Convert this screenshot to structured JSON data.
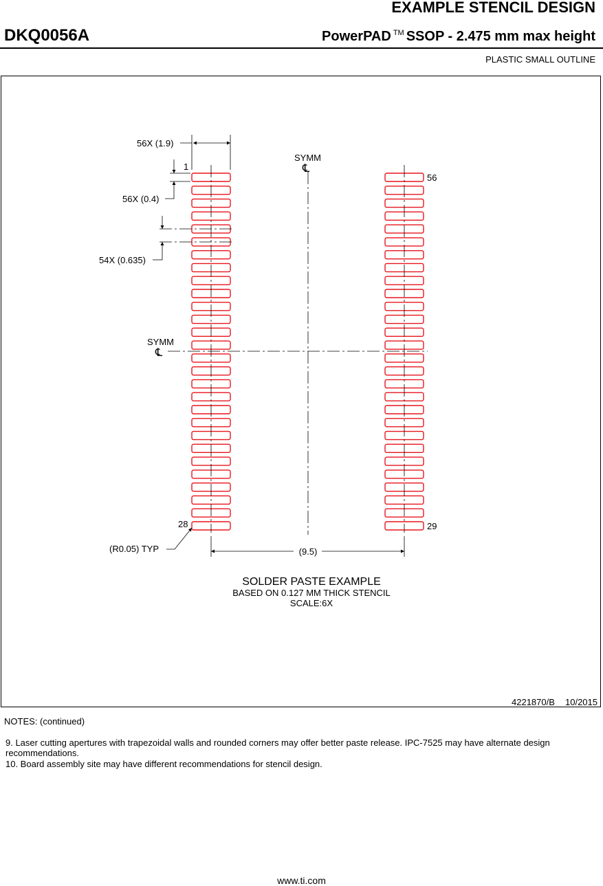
{
  "header": {
    "title": "EXAMPLE STENCIL DESIGN",
    "part_number": "DKQ0056A",
    "package_prefix": "PowerPAD",
    "trademark": "TM",
    "package_suffix": "SSOP - 2.475 mm max height",
    "outline_type": "PLASTIC SMALL OUTLINE"
  },
  "drawing": {
    "labels": {
      "pad_length": "56X (1.9)",
      "pad_width": "56X (0.4)",
      "pitch": "54X (0.635)",
      "symm_top": "SYMM",
      "symm_left": "SYMM",
      "centerline_symbol": "℄",
      "corner_radius": "(R0.05) TYP",
      "row_span": "(9.5)"
    },
    "pin_labels": {
      "pin_1": "1",
      "pin_28": "28",
      "pin_29": "29",
      "pin_56": "56"
    },
    "pads_per_side": 28,
    "pad_color": "#e8141c",
    "caption": {
      "title": "SOLDER PASTE EXAMPLE",
      "line2": "BASED ON 0.127 MM THICK STENCIL",
      "line3": "SCALE:6X"
    },
    "doc_number": "4221870/B",
    "doc_date": "10/2015"
  },
  "notes": {
    "heading": "NOTES: (continued)",
    "note_9": " 9. Laser cutting apertures with trapezoidal walls and rounded corners may offer better paste release. IPC-7525 may have alternate design recommendations.",
    "note_10": "10. Board assembly site may have different recommendations for stencil design."
  },
  "footer": {
    "url": "www.ti.com"
  }
}
